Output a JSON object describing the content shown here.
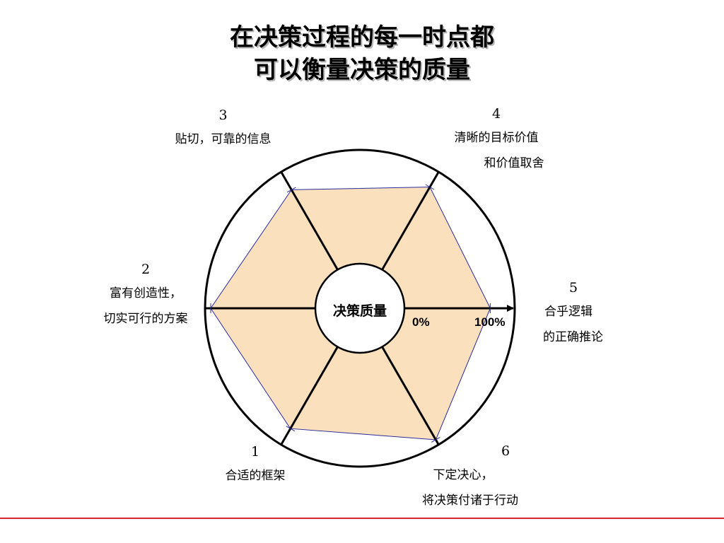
{
  "title": {
    "line1": "在决策过程的每一时点都",
    "line2": "可以衡量决策的质量"
  },
  "center_label": "决策质量",
  "scale": {
    "min_label": "0%",
    "max_label": "100%"
  },
  "colors": {
    "fill": "#fae0bd",
    "polygon_stroke": "#2a2a9c",
    "axis": "#000000",
    "accent_rule": "#d9262e"
  },
  "axes_labels": [
    {
      "num": "1",
      "lines": [
        "合适的框架"
      ]
    },
    {
      "num": "2",
      "lines": [
        "富有创造性，",
        "切实可行的方案"
      ]
    },
    {
      "num": "3",
      "lines": [
        "贴切，可靠的信息"
      ]
    },
    {
      "num": "4",
      "lines": [
        "清晰的目标价值",
        "和价值取舍"
      ]
    },
    {
      "num": "5",
      "lines": [
        "合乎逻辑",
        "的正确推论"
      ]
    },
    {
      "num": "6",
      "lines": [
        "下定决心，",
        "将决策付诸于行动"
      ]
    }
  ],
  "chart_data": {
    "type": "radar",
    "title": "在决策过程的每一时点都可以衡量决策的质量",
    "axes": [
      "合适的框架",
      "富有创造性，切实可行的方案",
      "贴切，可靠的信息",
      "清晰的目标价值和价值取舍",
      "合乎逻辑的正确推论",
      "下定决心，将决策付诸于行动"
    ],
    "axis_angles_deg": [
      240,
      180,
      120,
      60,
      0,
      300
    ],
    "values": [
      0.88,
      1.0,
      0.86,
      0.89,
      0.82,
      1.0
    ],
    "scale_min": 0,
    "scale_max": 1,
    "scale_tick_labels": [
      "0%",
      "100%"
    ],
    "center_label": "决策质量"
  }
}
